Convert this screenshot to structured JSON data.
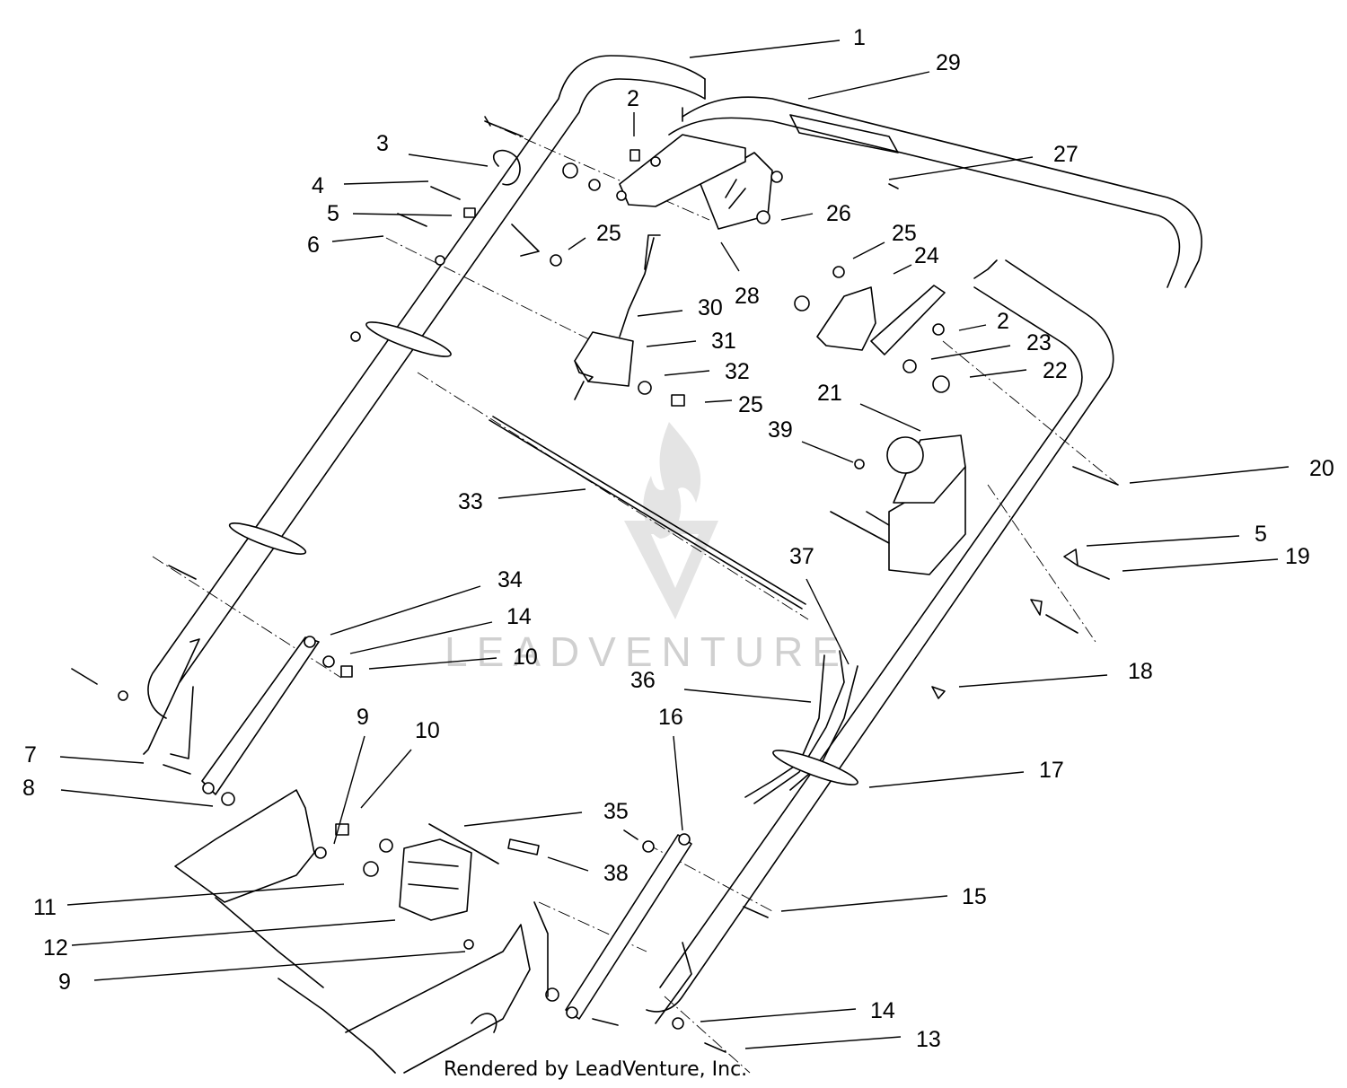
{
  "diagram": {
    "credit": "Rendered by LeadVenture, Inc.",
    "watermark": "LEADVENTURE"
  },
  "callouts": [
    {
      "id": "c1",
      "label": "1"
    },
    {
      "id": "c29",
      "label": "29"
    },
    {
      "id": "c2a",
      "label": "2"
    },
    {
      "id": "c3",
      "label": "3"
    },
    {
      "id": "c27",
      "label": "27"
    },
    {
      "id": "c4",
      "label": "4"
    },
    {
      "id": "c5a",
      "label": "5"
    },
    {
      "id": "c26",
      "label": "26"
    },
    {
      "id": "c6",
      "label": "6"
    },
    {
      "id": "c25a",
      "label": "25"
    },
    {
      "id": "c25b",
      "label": "25"
    },
    {
      "id": "c24",
      "label": "24"
    },
    {
      "id": "c28",
      "label": "28"
    },
    {
      "id": "c30",
      "label": "30"
    },
    {
      "id": "c2b",
      "label": "2"
    },
    {
      "id": "c31",
      "label": "31"
    },
    {
      "id": "c23",
      "label": "23"
    },
    {
      "id": "c32",
      "label": "32"
    },
    {
      "id": "c22",
      "label": "22"
    },
    {
      "id": "c25c",
      "label": "25"
    },
    {
      "id": "c21",
      "label": "21"
    },
    {
      "id": "c39",
      "label": "39"
    },
    {
      "id": "c20",
      "label": "20"
    },
    {
      "id": "c33",
      "label": "33"
    },
    {
      "id": "c5b",
      "label": "5"
    },
    {
      "id": "c19",
      "label": "19"
    },
    {
      "id": "c37",
      "label": "37"
    },
    {
      "id": "c34",
      "label": "34"
    },
    {
      "id": "c14a",
      "label": "14"
    },
    {
      "id": "c10a",
      "label": "10"
    },
    {
      "id": "c18",
      "label": "18"
    },
    {
      "id": "c36",
      "label": "36"
    },
    {
      "id": "c9a",
      "label": "9"
    },
    {
      "id": "c10b",
      "label": "10"
    },
    {
      "id": "c16",
      "label": "16"
    },
    {
      "id": "c7",
      "label": "7"
    },
    {
      "id": "c17",
      "label": "17"
    },
    {
      "id": "c8",
      "label": "8"
    },
    {
      "id": "c35",
      "label": "35"
    },
    {
      "id": "c38",
      "label": "38"
    },
    {
      "id": "c11",
      "label": "11"
    },
    {
      "id": "c15",
      "label": "15"
    },
    {
      "id": "c12",
      "label": "12"
    },
    {
      "id": "c9b",
      "label": "9"
    },
    {
      "id": "c14b",
      "label": "14"
    },
    {
      "id": "c13",
      "label": "13"
    }
  ]
}
